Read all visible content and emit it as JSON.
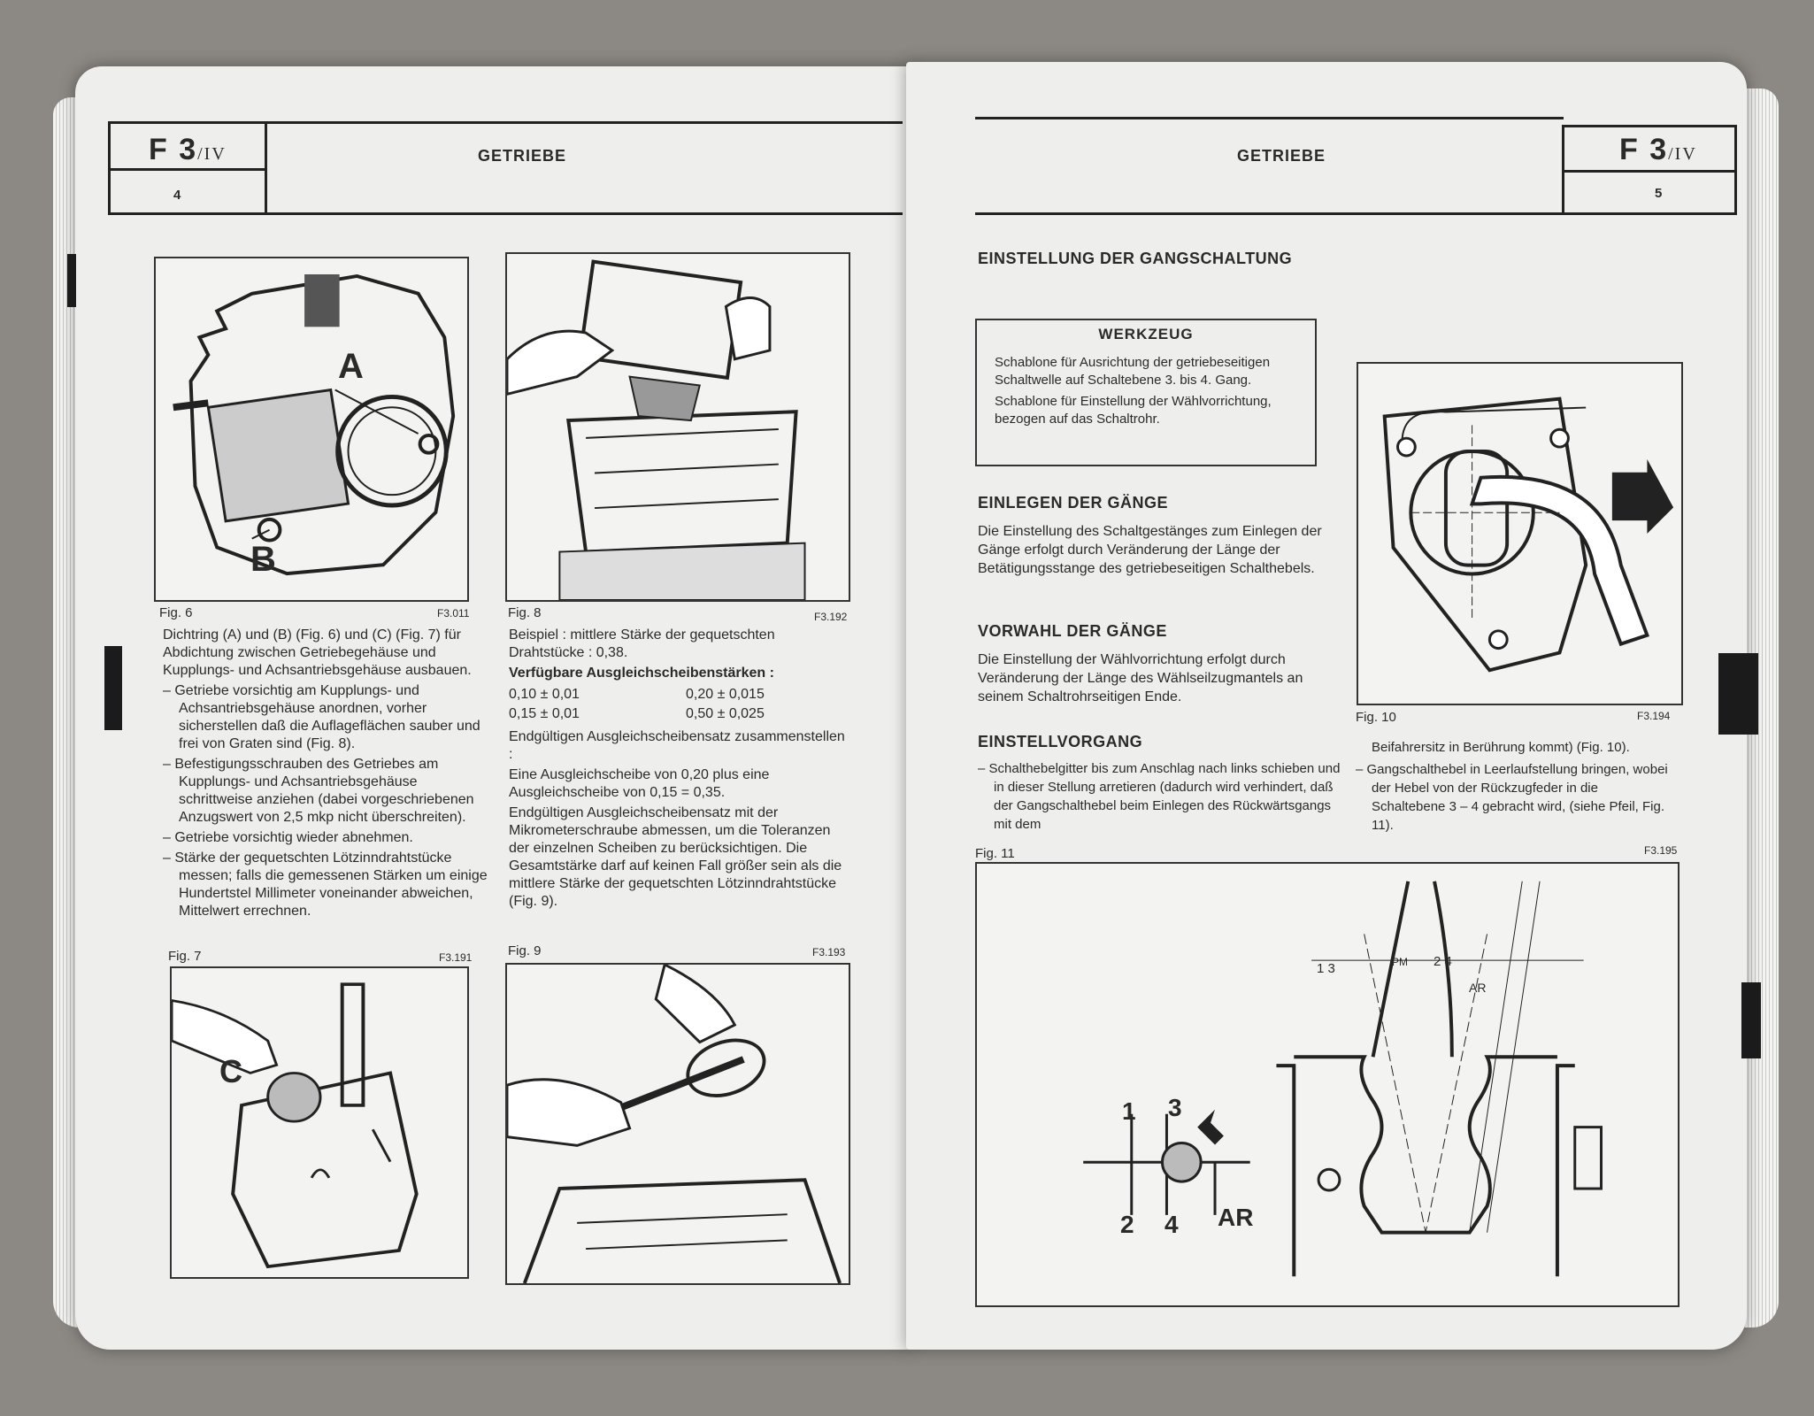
{
  "left_page": {
    "section_code": "F 3",
    "section_suffix": "/IV",
    "page_number": "4",
    "title": "GETRIEBE",
    "fig6": {
      "label": "Fig. 6",
      "code": "F3.011",
      "callouts": [
        "A",
        "B"
      ]
    },
    "fig8": {
      "label": "Fig. 8",
      "code": "F3.192"
    },
    "fig7": {
      "label": "Fig. 7",
      "code": "F3.191",
      "callouts": [
        "C"
      ]
    },
    "fig9": {
      "label": "Fig. 9",
      "code": "F3.193"
    },
    "col1": {
      "intro": "Dichtring (A) und (B) (Fig. 6) und (C) (Fig. 7) für Abdichtung zwischen Getriebegehäuse und Kupplungs- und Achsantriebsgehäuse ausbauen.",
      "steps": [
        "– Getriebe vorsichtig am Kupplungs- und Achsantriebsgehäuse anordnen, vorher sicherstellen daß die Auflageflächen sauber und frei von Graten sind (Fig. 8).",
        "– Befestigungsschrauben des Getriebes am Kupplungs- und Achsantriebsgehäuse schrittweise anziehen (dabei vorgeschriebenen Anzugswert von 2,5 mkp nicht überschreiten).",
        "– Getriebe vorsichtig wieder abnehmen.",
        "– Stärke der gequetschten Lötzinndrahtstücke messen; falls die gemessenen Stärken um einige Hundertstel Millimeter voneinander abweichen, Mittelwert errechnen."
      ]
    },
    "col2": {
      "example": "Beispiel : mittlere Stärke der gequetschten Drahtstücke : 0,38.",
      "available_heading": "Verfügbare Ausgleichscheibenstärken :",
      "thicknesses": [
        "0,10 ± 0,01",
        "0,20 ± 0,015",
        "0,15 ± 0,01",
        "0,50 ± 0,025"
      ],
      "p1": "Endgültigen Ausgleichscheibensatz zusammenstellen :",
      "p2": "Eine Ausgleichscheibe von 0,20 plus eine Ausgleichscheibe von 0,15 = 0,35.",
      "p3": "Endgültigen Ausgleichscheibensatz mit der Mikrometerschraube abmessen, um die Toleranzen der einzelnen Scheiben zu berücksichtigen. Die Gesamtstärke darf auf keinen Fall größer sein als die mittlere Stärke der gequetschten Lötzinndrahtstücke (Fig. 9)."
    }
  },
  "right_page": {
    "section_code": "F 3",
    "section_suffix": "/IV",
    "page_number": "5",
    "title": "GETRIEBE",
    "main_heading": "EINSTELLUNG DER GANGSCHALTUNG",
    "werkzeug": {
      "heading": "WERKZEUG",
      "items": [
        "Schablone für Ausrichtung der getriebeseitigen Schaltwelle auf Schaltebene 3. bis 4. Gang.",
        "Schablone für Einstellung der Wählvorrichtung, bezogen auf das Schaltrohr."
      ]
    },
    "einlegen": {
      "heading": "EINLEGEN DER GÄNGE",
      "text": "Die Einstellung des Schaltgestänges zum Einlegen der Gänge erfolgt durch Veränderung der Länge der Betätigungsstange des getriebeseitigen Schalthebels."
    },
    "vorwahl": {
      "heading": "VORWAHL DER GÄNGE",
      "text": "Die Einstellung der Wählvorrichtung erfolgt durch Veränderung der Länge des Wählseilzugmantels an seinem Schaltrohrseitigen Ende."
    },
    "einstellvorgang": {
      "heading": "EINSTELLVORGANG",
      "col1": "– Schalthebelgitter bis zum Anschlag nach links schieben und in dieser Stellung arretieren (dadurch wird verhindert, daß der Gangschalthebel beim Einlegen des Rückwärtsgangs mit dem",
      "col2a": "Beifahrersitz in Berührung kommt) (Fig. 10).",
      "col2b": "– Gangschalthebel in Leerlaufstellung bringen, wobei der Hebel von der Rückzugfeder in die Schaltebene 3 – 4 gebracht wird, (siehe Pfeil, Fig. 11)."
    },
    "fig10": {
      "label": "Fig. 10",
      "code": "F3.194"
    },
    "fig11": {
      "label": "Fig. 11",
      "code": "F3.195",
      "gate_labels": [
        "1",
        "3",
        "2",
        "4",
        "AR"
      ],
      "scale_labels": [
        "1 3",
        "PM",
        "2 4",
        "AR"
      ]
    }
  }
}
